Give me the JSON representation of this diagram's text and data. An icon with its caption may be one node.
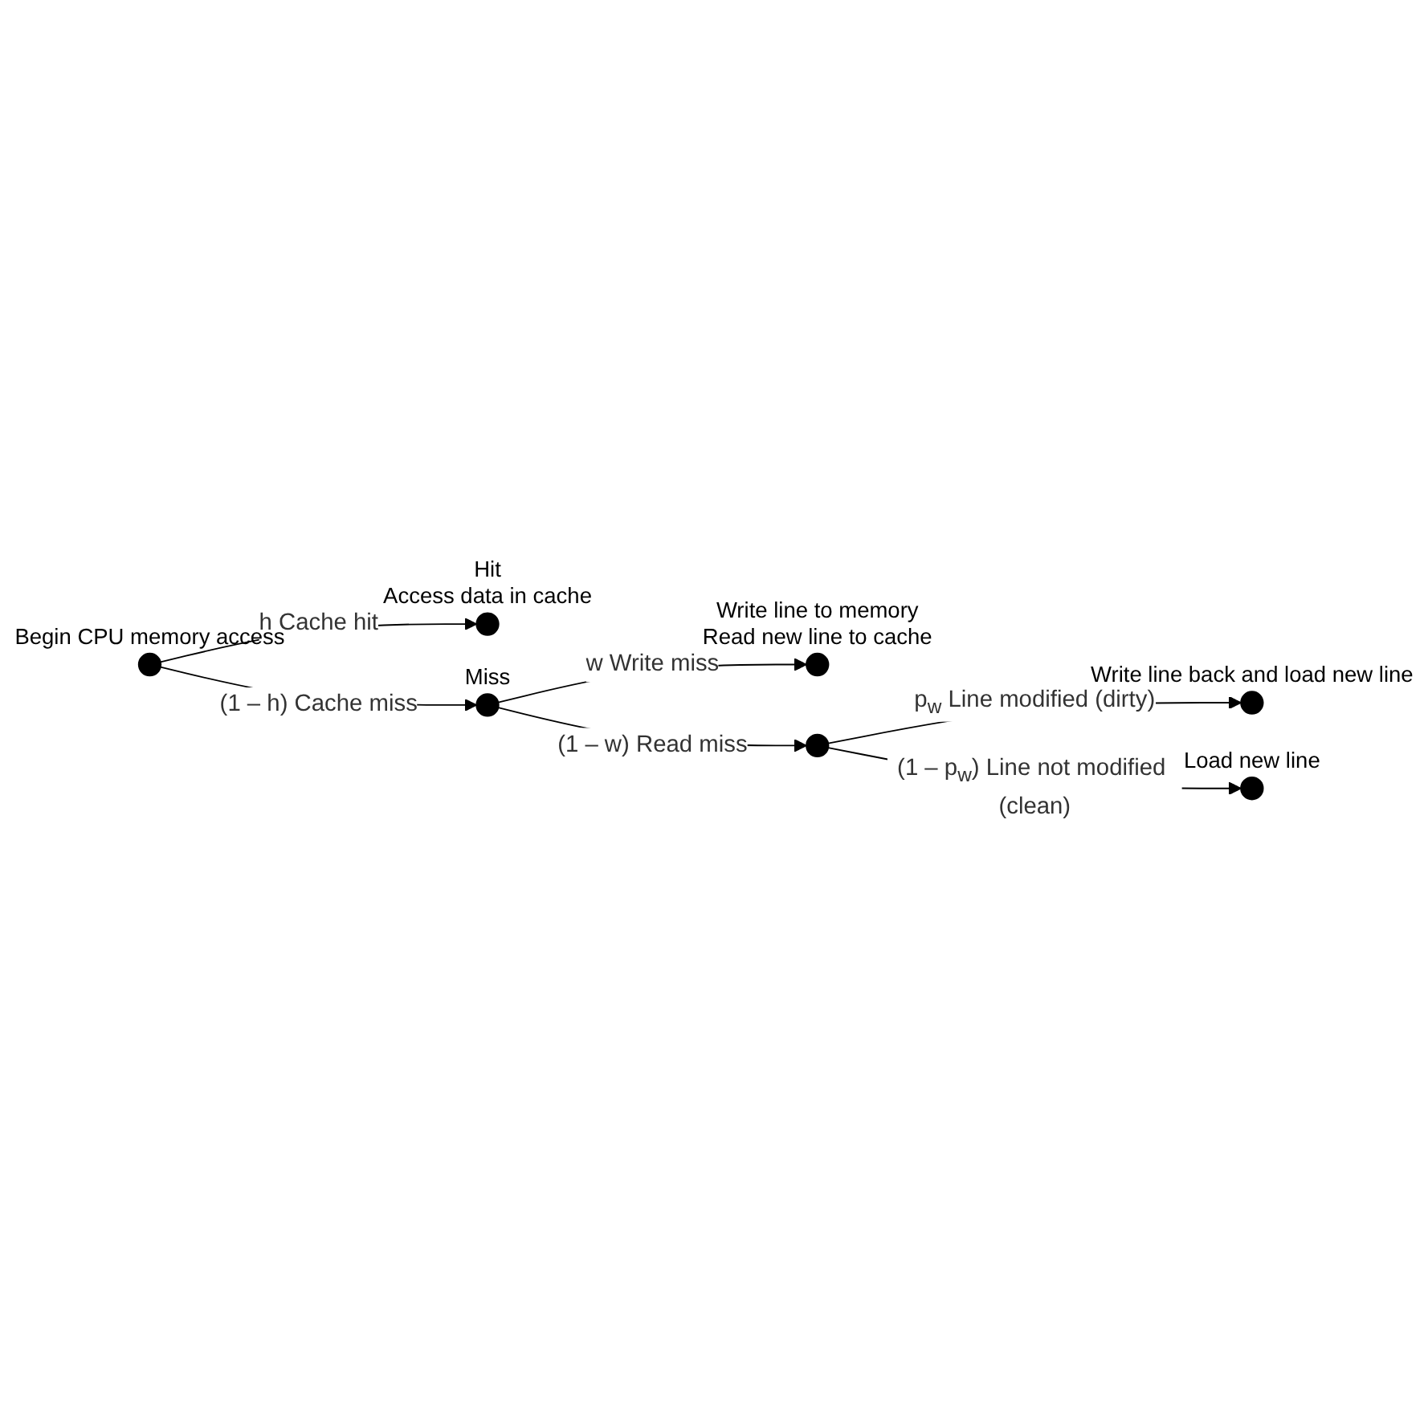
{
  "diagram": {
    "nodes": [
      {
        "text": [],
        "shape": "circle",
        "beside": [
          "Begin CPU memory access"
        ]
      },
      {
        "text": [],
        "shape": "circle",
        "beside": [
          "Hit",
          "Access data in cache"
        ]
      },
      {
        "text": [],
        "shape": "circle",
        "beside": [
          "Miss"
        ]
      },
      {
        "text": [],
        "shape": "circle",
        "beside": [
          "Write line to memory",
          "Read new line to cache"
        ]
      },
      {
        "text": [],
        "shape": "circle"
      },
      {
        "text": [],
        "shape": "circle",
        "beside": [
          "Write line back and load new line"
        ]
      },
      {
        "text": [],
        "shape": "circle",
        "beside": [
          "Load new line"
        ]
      }
    ],
    "edges": [
      {
        "from": 0,
        "to": 1,
        "arrow": "to",
        "label": "h Cache hit"
      },
      {
        "from": 0,
        "to": 2,
        "arrow": "to",
        "label": "(1 – h) Cache miss"
      },
      {
        "from": 2,
        "to": 3,
        "arrow": "to",
        "label": "w Write miss"
      },
      {
        "from": 2,
        "to": 4,
        "arrow": "to",
        "label": "(1 – w) Read miss"
      },
      {
        "from": 4,
        "to": 5,
        "arrow": "to",
        "label": "p$_{w}$ Line modified (dirty)"
      },
      {
        "from": 4,
        "to": 6,
        "arrow": "to",
        "label": "(1 – p$_{w}$) Line not modified (clean)"
      }
    ]
  }
}
